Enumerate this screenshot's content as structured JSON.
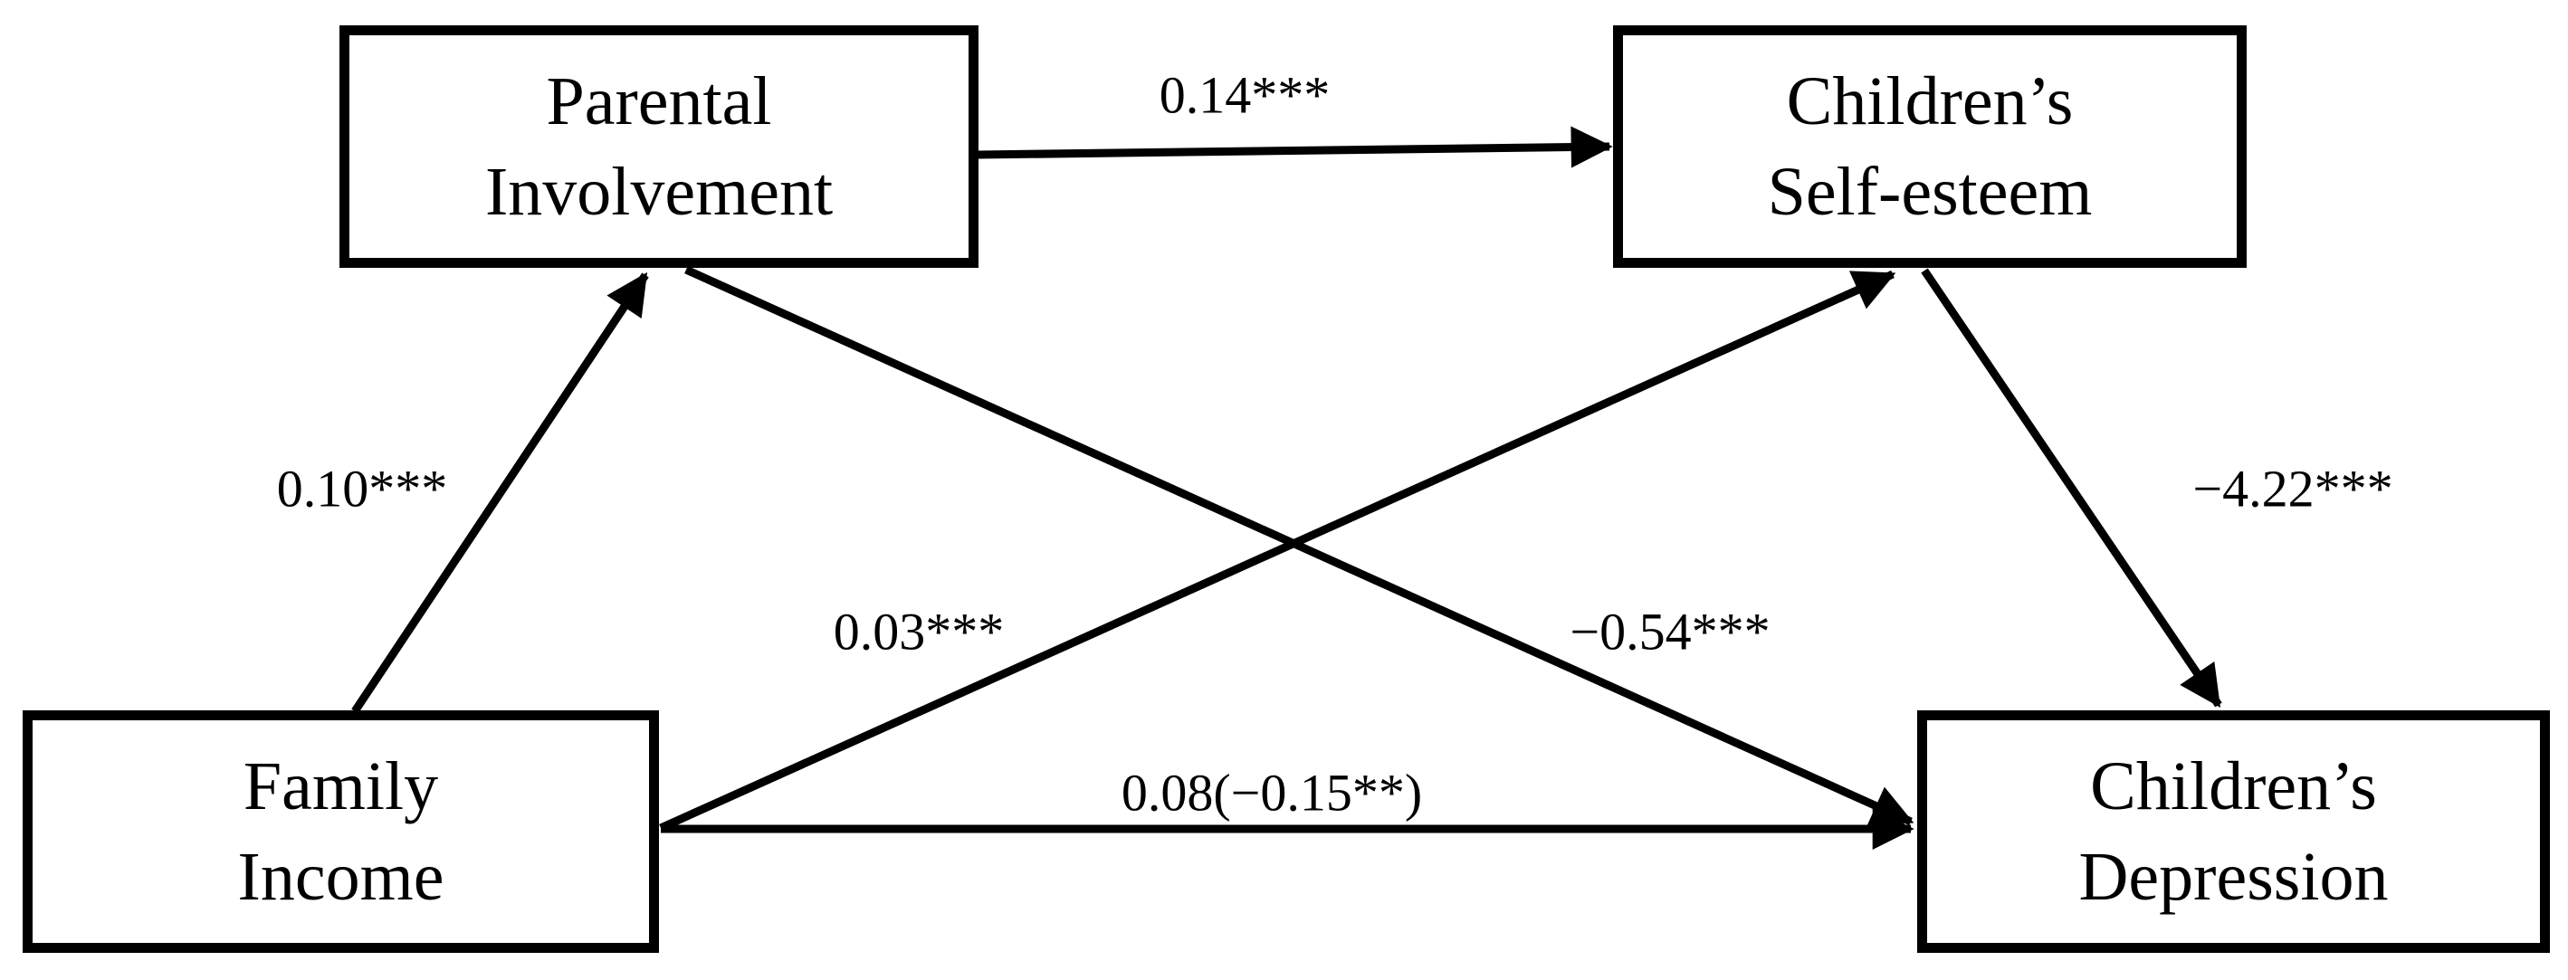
{
  "diagram": {
    "type": "path-model",
    "background_color": "#ffffff",
    "line_color": "#000000",
    "nodes": {
      "parental_involvement": {
        "label": "Parental Involvement",
        "line1": "Parental",
        "line2": "Involvement"
      },
      "childrens_self_esteem": {
        "label": "Children’s Self-esteem",
        "line1": "Children’s",
        "line2": "Self-esteem"
      },
      "family_income": {
        "label": "Family Income",
        "line1": "Family",
        "line2": "Income"
      },
      "childrens_depression": {
        "label": "Children’s Depression",
        "line1": "Children’s",
        "line2": "Depression"
      }
    },
    "edges": [
      {
        "from": "family_income",
        "to": "parental_involvement",
        "label": "0.10***"
      },
      {
        "from": "parental_involvement",
        "to": "childrens_self_esteem",
        "label": "0.14***"
      },
      {
        "from": "family_income",
        "to": "childrens_self_esteem",
        "label": "0.03***"
      },
      {
        "from": "parental_involvement",
        "to": "childrens_depression",
        "label": "−0.54***"
      },
      {
        "from": "childrens_self_esteem",
        "to": "childrens_depression",
        "label": "−4.22***"
      },
      {
        "from": "family_income",
        "to": "childrens_depression",
        "label": "0.08(−0.15**)"
      }
    ]
  }
}
